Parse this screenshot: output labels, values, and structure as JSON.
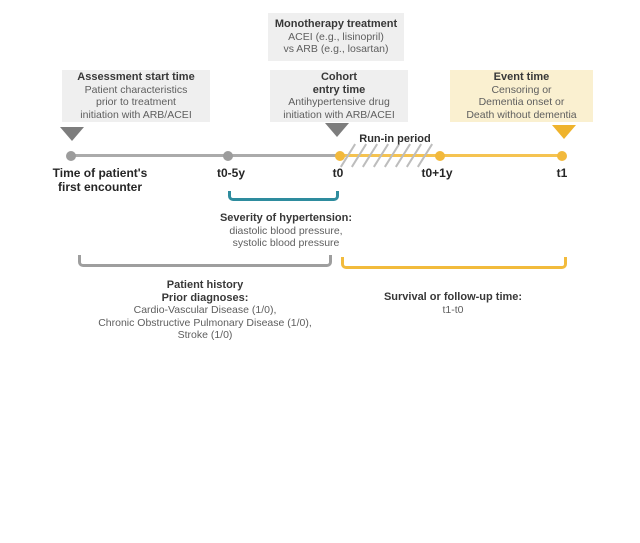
{
  "colors": {
    "box_gray_bg": "#EFEFEF",
    "box_yellow_bg": "#FAF0D0",
    "timeline_gray": "#ABABAB",
    "timeline_yellow": "#F5C351",
    "marker_gray": "#7D7D7D",
    "marker_yellow": "#EFB32C",
    "bracket_teal": "#2E8C9E",
    "bracket_gray": "#9E9E9E",
    "bracket_yellow": "#F2BB3C"
  },
  "boxes": {
    "monotherapy": {
      "title": "Monotherapy treatment",
      "line1": "ACEI (e.g., lisinopril)",
      "line2": "vs ARB (e.g., losartan)"
    },
    "assessment": {
      "title": "Assessment start time",
      "line1": "Patient characteristics",
      "line2": "prior to treatment",
      "line3": "initiation with ARB/ACEI"
    },
    "cohort": {
      "title": "Cohort\nentry time",
      "line1": "Antihypertensive drug",
      "line2": "initiation with ARB/ACEI"
    },
    "event": {
      "title": "Event time",
      "line1": "Censoring or",
      "line2": "Dementia onset or",
      "line3": "Death without dementia"
    }
  },
  "timeline": {
    "run_in_label": "Run-in period",
    "ticks": {
      "first_encounter": "Time of patient's\nfirst encounter",
      "t0_minus_5y": "t0-5y",
      "t0": "t0",
      "t0_plus_1y": "t0+1y",
      "t1": "t1"
    }
  },
  "annotations": {
    "severity": {
      "title": "Severity of hypertension:",
      "line1": "diastolic blood pressure,",
      "line2": "systolic blood pressure"
    },
    "patient_history": {
      "title": "Patient history",
      "subtitle": "Prior diagnoses:",
      "line1": "Cardio-Vascular Disease (1/0),",
      "line2": "Chronic Obstructive Pulmonary Disease (1/0),",
      "line3": "Stroke (1/0)"
    },
    "survival": {
      "title": "Survival or follow-up time:",
      "value": "t1-t0"
    }
  }
}
